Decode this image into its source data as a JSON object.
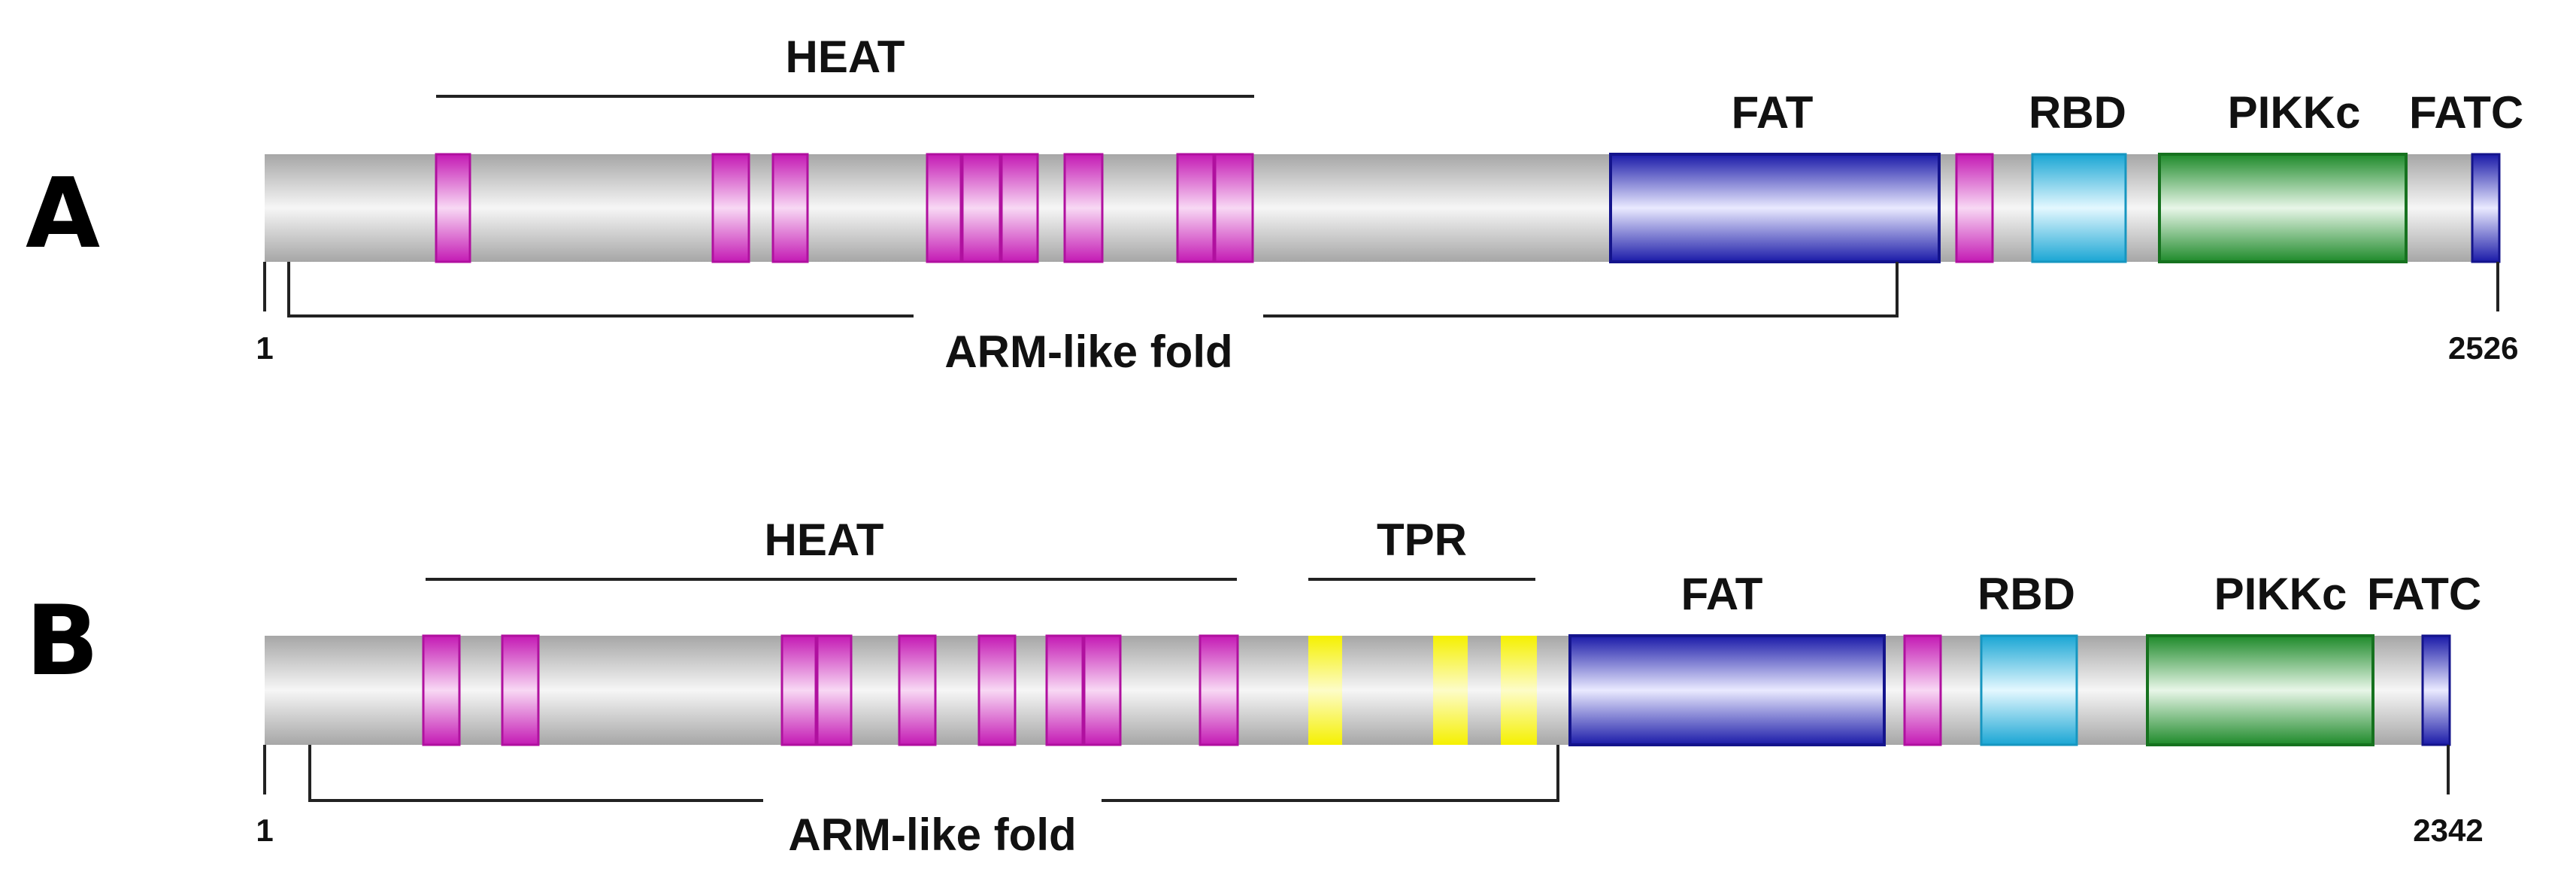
{
  "figure": {
    "panels": [
      {
        "id": "A",
        "panel_label": "A",
        "start_label": "1",
        "end_label": "2526",
        "heat_label": "HEAT",
        "arm_label": "ARM-like fold",
        "domain_labels": {
          "fat": "FAT",
          "rbd": "RBD",
          "pikkc": "PIKKc",
          "fatc": "FATC"
        }
      },
      {
        "id": "B",
        "panel_label": "B",
        "start_label": "1",
        "end_label": "2342",
        "heat_label": "HEAT",
        "tpr_label": "TPR",
        "arm_label": "ARM-like fold",
        "domain_labels": {
          "fat": "FAT",
          "rbd": "RBD",
          "pikkc": "PIKKc",
          "fatc": "FATC"
        }
      }
    ],
    "colors": {
      "backbone": "#b4b4b4",
      "heat_repeat": "#c41ab4",
      "tpr_repeat": "#f5f000",
      "fat": "#1a1aa8",
      "rbd": "#1aa6d4",
      "pikkc": "#1e8a2a",
      "fatc": "#1a1aa8"
    }
  }
}
